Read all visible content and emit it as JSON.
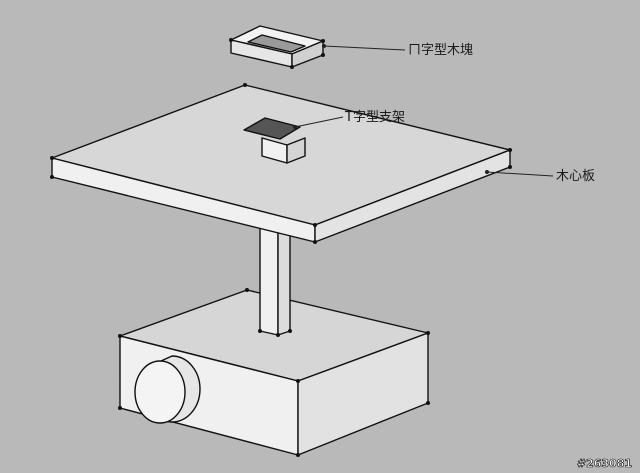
{
  "labels": {
    "u_block": "ㄇ字型木塊",
    "t_bracket": "T字型支架",
    "board": "木心板"
  },
  "watermark": "#263081",
  "colors": {
    "background": "#b9b9b9",
    "face_light": "#f1f1f1",
    "face_mid": "#e4e4e4",
    "face_dark": "#cfcfcf",
    "top_surface": "#dadada",
    "edge": "#111111"
  }
}
